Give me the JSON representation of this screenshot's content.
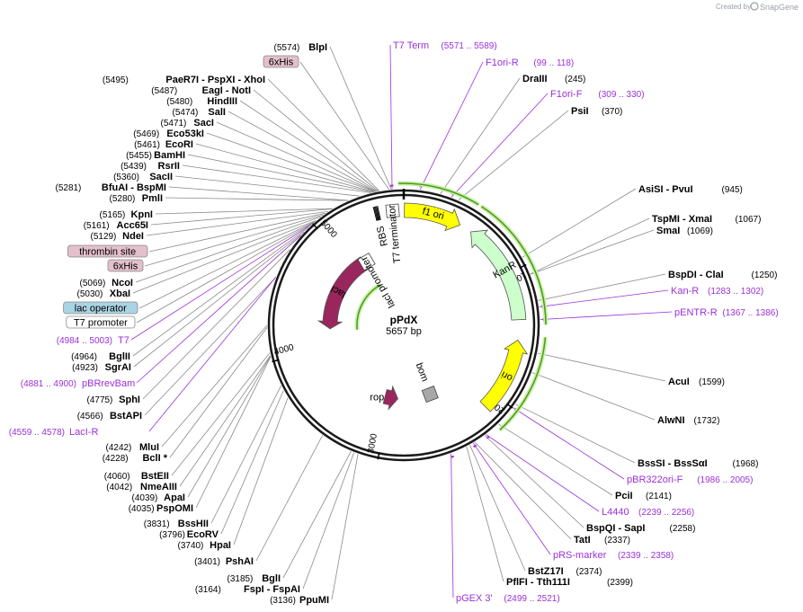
{
  "credit": {
    "prefix": "Created by",
    "brand": "SnapGene"
  },
  "plasmid": {
    "name": "pPdX",
    "length": "5657 bp",
    "total_bp": 5657
  },
  "ticks": [
    {
      "bp": 1000,
      "label": "1000"
    },
    {
      "bp": 2000,
      "label": "2000"
    },
    {
      "bp": 3000,
      "label": "3000"
    },
    {
      "bp": 4000,
      "label": "4000"
    },
    {
      "bp": 5000,
      "label": "5000"
    }
  ],
  "features": [
    {
      "name": "f1 ori",
      "type": "arrow",
      "color": "#ffff00",
      "start": 5,
      "end": 460,
      "r": 128,
      "dir": "cw"
    },
    {
      "name": "KanR",
      "type": "arrow",
      "color": "#ccffcc",
      "start": 560,
      "end": 1370,
      "r": 128,
      "dir": "ccw"
    },
    {
      "name": "ori",
      "type": "arrow",
      "color": "#ffff00",
      "start": 1530,
      "end": 2120,
      "r": 128,
      "dir": "ccw"
    },
    {
      "name": "lacI",
      "type": "arrow",
      "color": "#99265c",
      "start": 4200,
      "end": 5150,
      "r": 82,
      "dir": "ccw"
    },
    {
      "name": "rop",
      "type": "arrow",
      "color": "#99265c",
      "start": 2900,
      "end": 3060,
      "r": 82,
      "dir": "ccw"
    },
    {
      "name": "bom",
      "type": "box",
      "color": "#a8a8a8",
      "start": 2460,
      "end": 2540,
      "r": 82
    },
    {
      "name": "T7 terminator",
      "type": "box",
      "color": "#ffffff",
      "start": 5540,
      "end": 5600,
      "r": 128
    },
    {
      "name": "RBS",
      "type": "hatch",
      "color": "#000000",
      "start": 5430,
      "end": 5470,
      "r": 128
    },
    {
      "name": "lacI promoter",
      "type": "box",
      "color": "#ffffff",
      "start": 5140,
      "end": 5220,
      "r": 82
    }
  ],
  "labels_left": [
    {
      "pos": "(5574)",
      "name": "BlpI"
    },
    {
      "box": "6xHis"
    },
    {
      "pos": "(5495)",
      "name": "PaeR7I  - PspXI  - XhoI"
    },
    {
      "pos": "(5487)",
      "name": "EagI  - NotI"
    },
    {
      "pos": "(5480)",
      "name": "HindIII"
    },
    {
      "pos": "(5474)",
      "name": "SalI"
    },
    {
      "pos": "(5471)",
      "name": "SacI"
    },
    {
      "pos": "(5469)",
      "name": "Eco53kI"
    },
    {
      "pos": "(5461)",
      "name": "EcoRI"
    },
    {
      "pos": "(5455)",
      "name": "BamHI"
    },
    {
      "pos": "(5439)",
      "name": "RsrII"
    },
    {
      "pos": "(5360)",
      "name": "SacII"
    },
    {
      "pos": "(5281)",
      "name": "BfuAI  - BspMI"
    },
    {
      "pos": "(5280)",
      "name": "PmlI"
    },
    {
      "pos": "(5165)",
      "name": "KpnI"
    },
    {
      "pos": "(5161)",
      "name": "Acc65I"
    },
    {
      "pos": "(5129)",
      "name": "NdeI"
    },
    {
      "box": "thrombin site"
    },
    {
      "box": "6xHis"
    },
    {
      "pos": "(5069)",
      "name": "NcoI"
    },
    {
      "pos": "(5030)",
      "name": "XbaI"
    },
    {
      "box": "lac operator"
    },
    {
      "box": "T7 promoter"
    },
    {
      "primer": "T7",
      "range": "(4984 .. 5003)"
    },
    {
      "pos": "(4964)",
      "name": "BglII"
    },
    {
      "pos": "(4923)",
      "name": "SgrAI"
    },
    {
      "primer": "pBRrevBam",
      "range": "(4881 .. 4900)"
    },
    {
      "pos": "(4775)",
      "name": "SphI"
    },
    {
      "pos": "(4566)",
      "name": "BstAPI"
    },
    {
      "primer": "LacI-R",
      "range": "(4559 .. 4578)"
    },
    {
      "pos": "(4242)",
      "name": "MluI"
    },
    {
      "pos": "(4228)",
      "name": "BclI *"
    },
    {
      "pos": "(4060)",
      "name": "BstEII"
    },
    {
      "pos": "(4042)",
      "name": "NmeAIII"
    },
    {
      "pos": "(4039)",
      "name": "ApaI"
    },
    {
      "pos": "(4035)",
      "name": "PspOMI"
    },
    {
      "pos": "(3831)",
      "name": "BssHII"
    },
    {
      "pos": "(3796)",
      "name": "EcoRV"
    },
    {
      "pos": "(3740)",
      "name": "HpaI"
    },
    {
      "pos": "(3401)",
      "name": "PshAI"
    },
    {
      "pos": "(3185)",
      "name": "BglI"
    },
    {
      "pos": "(3164)",
      "name": "FspI  - FspAI"
    },
    {
      "pos": "(3136)",
      "name": "PpuMI"
    }
  ],
  "labels_right": [
    {
      "primer": "T7 Term",
      "range": "(5571 .. 5589)"
    },
    {
      "primer": "F1ori-R",
      "range": "(99 .. 118)"
    },
    {
      "name": "DraIII",
      "pos": "(245)"
    },
    {
      "primer": "F1ori-F",
      "range": "(309 .. 330)"
    },
    {
      "name": "PsiI",
      "pos": "(370)"
    },
    {
      "name": "AsiSI  - PvuI",
      "pos": "(945)"
    },
    {
      "name": "TspMI  - XmaI",
      "pos": "(1067)"
    },
    {
      "name": "SmaI",
      "pos": "(1069)"
    },
    {
      "name": "BspDI  - ClaI",
      "pos": "(1250)"
    },
    {
      "primer": "Kan-R",
      "range": "(1283 .. 1302)"
    },
    {
      "primer": "pENTR-R",
      "range": "(1367 .. 1386)"
    },
    {
      "name": "AcuI",
      "pos": "(1599)"
    },
    {
      "name": "AlwNI",
      "pos": "(1732)"
    },
    {
      "name": "BssSI  - BssSαI",
      "pos": "(1968)"
    },
    {
      "primer": "pBR322ori-F",
      "range": "(1986 .. 2005)"
    },
    {
      "name": "PciI",
      "pos": "(2141)"
    },
    {
      "primer": "L4440",
      "range": "(2239 .. 2256)"
    },
    {
      "name": "TatI",
      "pos": "(2337)"
    },
    {
      "name": "BspQI  - SapI",
      "pos": "(2258)"
    },
    {
      "primer": "pRS-marker",
      "range": "(2339 .. 2358)"
    },
    {
      "name": "BstZ17I",
      "pos": "(2374)"
    },
    {
      "name": "PflFI  - Tth111I",
      "pos": "(2399)"
    },
    {
      "primer": "pGEX 3'",
      "range": "(2499 .. 2521)"
    }
  ],
  "colors": {
    "backbone": "#1a1a1a",
    "primer": "#9b30d9",
    "feature_halo": "#6fbf2a",
    "box_pink": "#e3c0cc",
    "box_blue": "#a9d4e3",
    "box_white": "#ffffff"
  }
}
